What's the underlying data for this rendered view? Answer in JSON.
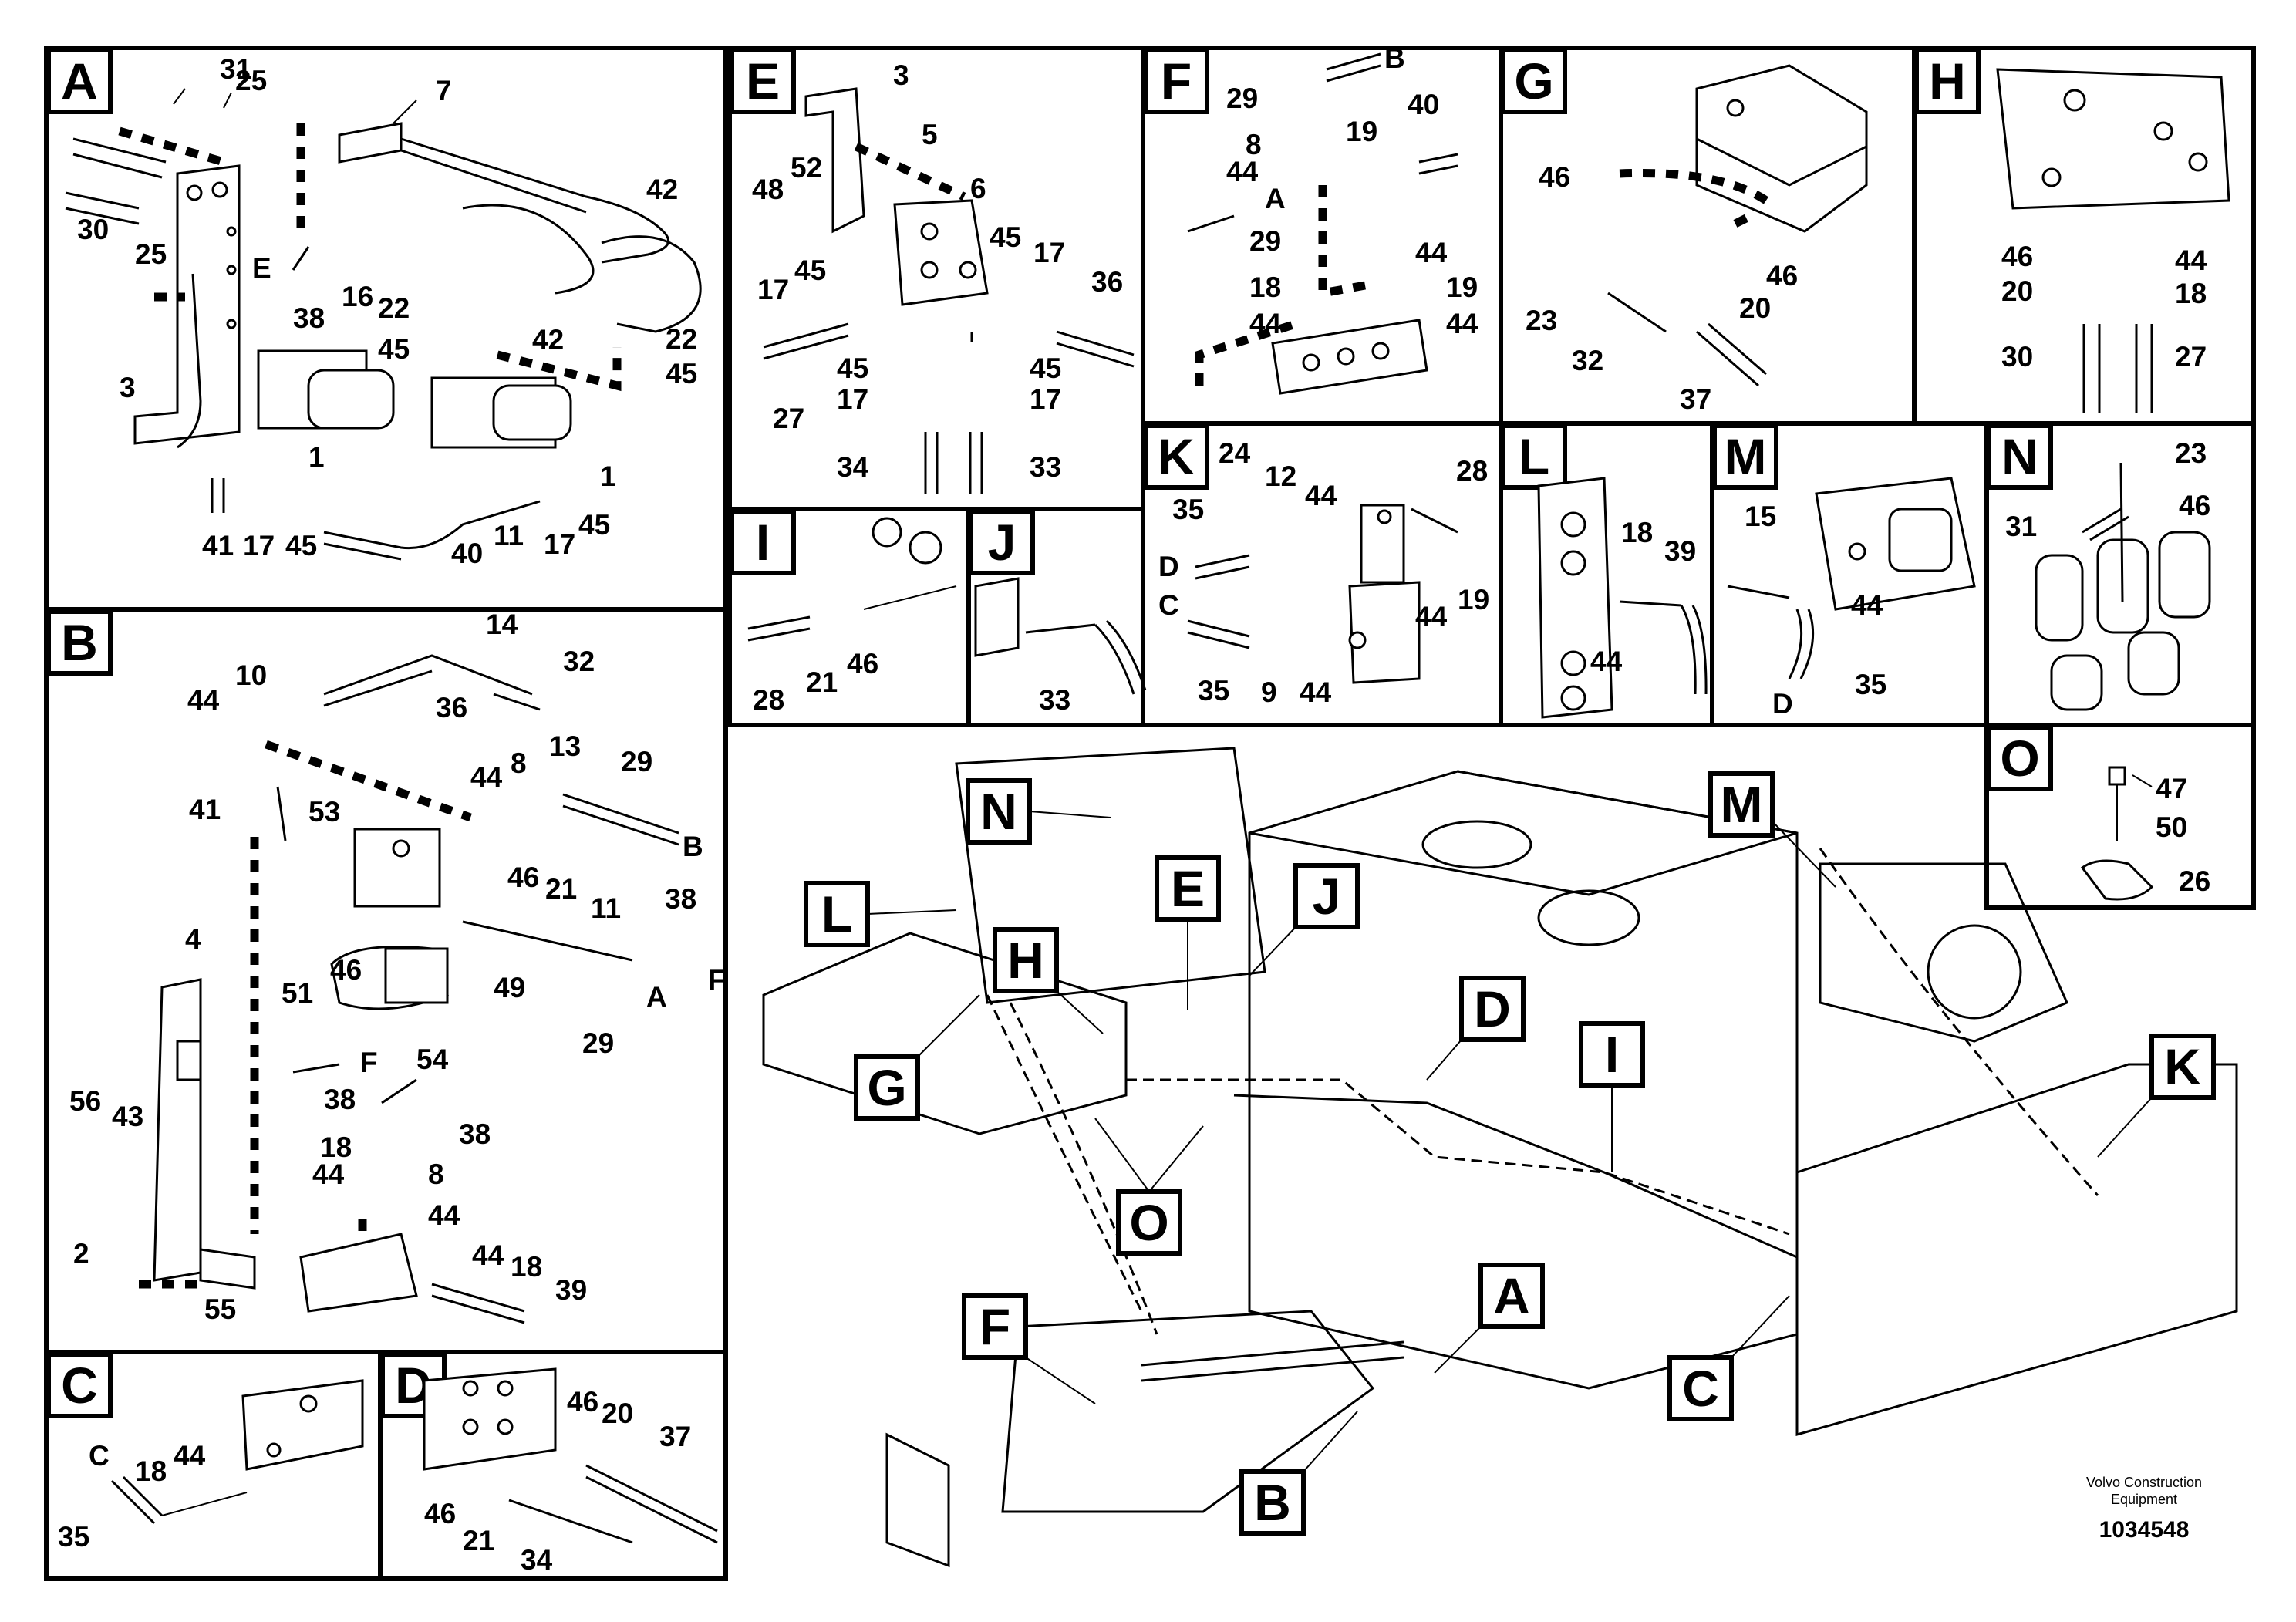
{
  "document": {
    "publisher": "Volvo Construction",
    "publisher_line2": "Equipment",
    "drawing_number": "1034548"
  },
  "panels": {
    "A": {
      "tag": "A",
      "labels": [
        "31",
        "25",
        "7",
        "30",
        "25",
        "42",
        "E",
        "16",
        "38",
        "22",
        "42",
        "22",
        "45",
        "45",
        "3",
        "1",
        "1",
        "41",
        "17",
        "45",
        "40",
        "11",
        "17",
        "45"
      ]
    },
    "B": {
      "tag": "B",
      "labels": [
        "14",
        "10",
        "32",
        "44",
        "36",
        "44",
        "8",
        "13",
        "29",
        "41",
        "53",
        "B",
        "46",
        "21",
        "11",
        "38",
        "51",
        "46",
        "49",
        "F",
        "A",
        "29",
        "4",
        "54",
        "F",
        "38",
        "38",
        "56",
        "43",
        "18",
        "44",
        "8",
        "44",
        "2",
        "44",
        "18",
        "39",
        "55"
      ]
    },
    "C": {
      "tag": "C",
      "labels": [
        "C",
        "18",
        "44",
        "35"
      ]
    },
    "D": {
      "tag": "D",
      "labels": [
        "46",
        "20",
        "37",
        "46",
        "21",
        "34"
      ]
    },
    "E": {
      "tag": "E",
      "labels": [
        "3",
        "5",
        "52",
        "48",
        "6",
        "45",
        "17",
        "45",
        "17",
        "36",
        "27",
        "45",
        "17",
        "45",
        "17",
        "34",
        "33"
      ]
    },
    "F": {
      "tag": "F",
      "labels": [
        "B",
        "29",
        "40",
        "8",
        "19",
        "44",
        "A",
        "29",
        "44",
        "18",
        "19",
        "44",
        "44"
      ]
    },
    "G": {
      "tag": "G",
      "labels": [
        "46",
        "46",
        "23",
        "20",
        "32",
        "37"
      ]
    },
    "H": {
      "tag": "H",
      "labels": [
        "46",
        "44",
        "20",
        "18",
        "30",
        "27"
      ]
    },
    "I": {
      "tag": "I",
      "labels": [
        "28",
        "21",
        "46"
      ]
    },
    "J": {
      "tag": "J",
      "labels": [
        "33"
      ]
    },
    "K": {
      "tag": "K",
      "labels": [
        "24",
        "28",
        "35",
        "12",
        "44",
        "D",
        "19",
        "44",
        "C",
        "35",
        "9",
        "44"
      ]
    },
    "L": {
      "tag": "L",
      "labels": [
        "18",
        "39",
        "44"
      ]
    },
    "M": {
      "tag": "M",
      "labels": [
        "15",
        "44",
        "D",
        "35"
      ]
    },
    "N": {
      "tag": "N",
      "labels": [
        "23",
        "31",
        "46"
      ]
    },
    "O": {
      "tag": "O",
      "labels": [
        "47",
        "50",
        "26"
      ]
    }
  },
  "overview_callouts": [
    "N",
    "L",
    "H",
    "E",
    "J",
    "M",
    "D",
    "G",
    "I",
    "K",
    "O",
    "A",
    "F",
    "C",
    "B"
  ]
}
